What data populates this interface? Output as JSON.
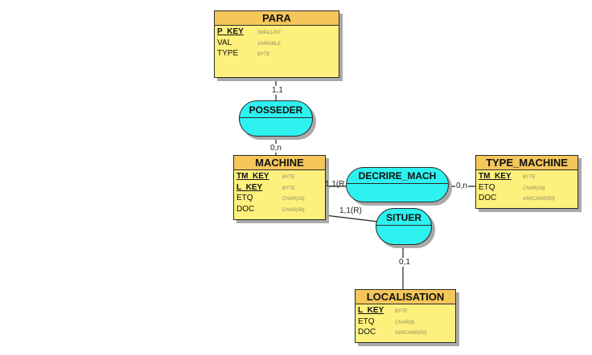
{
  "entities": {
    "para": {
      "title": "PARA",
      "rows": [
        {
          "name": "P_KEY",
          "type": "SMALLINT"
        },
        {
          "name": "VAL",
          "type": "VARIABLE"
        },
        {
          "name": "TYPE",
          "type": "BYTE"
        }
      ]
    },
    "machine": {
      "title": "MACHINE",
      "rows": [
        {
          "name": "TM_KEY",
          "type": "BYTE"
        },
        {
          "name": "L_KEY",
          "type": "BYTE"
        },
        {
          "name": "ETQ",
          "type": "CHAR(16)"
        },
        {
          "name": "DOC",
          "type": "CHAR(50)"
        }
      ]
    },
    "type_machine": {
      "title": "TYPE_MACHINE",
      "rows": [
        {
          "name": "TM_KEY",
          "type": "BYTE"
        },
        {
          "name": "ETQ",
          "type": "CHAR(16)"
        },
        {
          "name": "DOC",
          "type": "VARCHAR(50)"
        }
      ]
    },
    "localisation": {
      "title": "LOCALISATION",
      "rows": [
        {
          "name": "L_KEY",
          "type": "BYTE"
        },
        {
          "name": "ETQ",
          "type": "CHAR(8)"
        },
        {
          "name": "DOC",
          "type": "VARCHAR(50)"
        }
      ]
    }
  },
  "relations": {
    "posseder": "POSSEDER",
    "decrire": "DECRIRE_MACH",
    "situer": "SITUER"
  },
  "cardinalities": {
    "para_posseder": "1,1",
    "posseder_machine": "0,n",
    "machine_decrire": "1,1(R",
    "decrire_type": "0,n",
    "machine_situer": "1,1(R)",
    "situer_localisation": "0,1"
  },
  "colors": {
    "entity_fill": "#fdf07c",
    "entity_header": "#f5c65a",
    "relation_fill": "#2ef2f0",
    "shadow": "#a9a9a9"
  }
}
